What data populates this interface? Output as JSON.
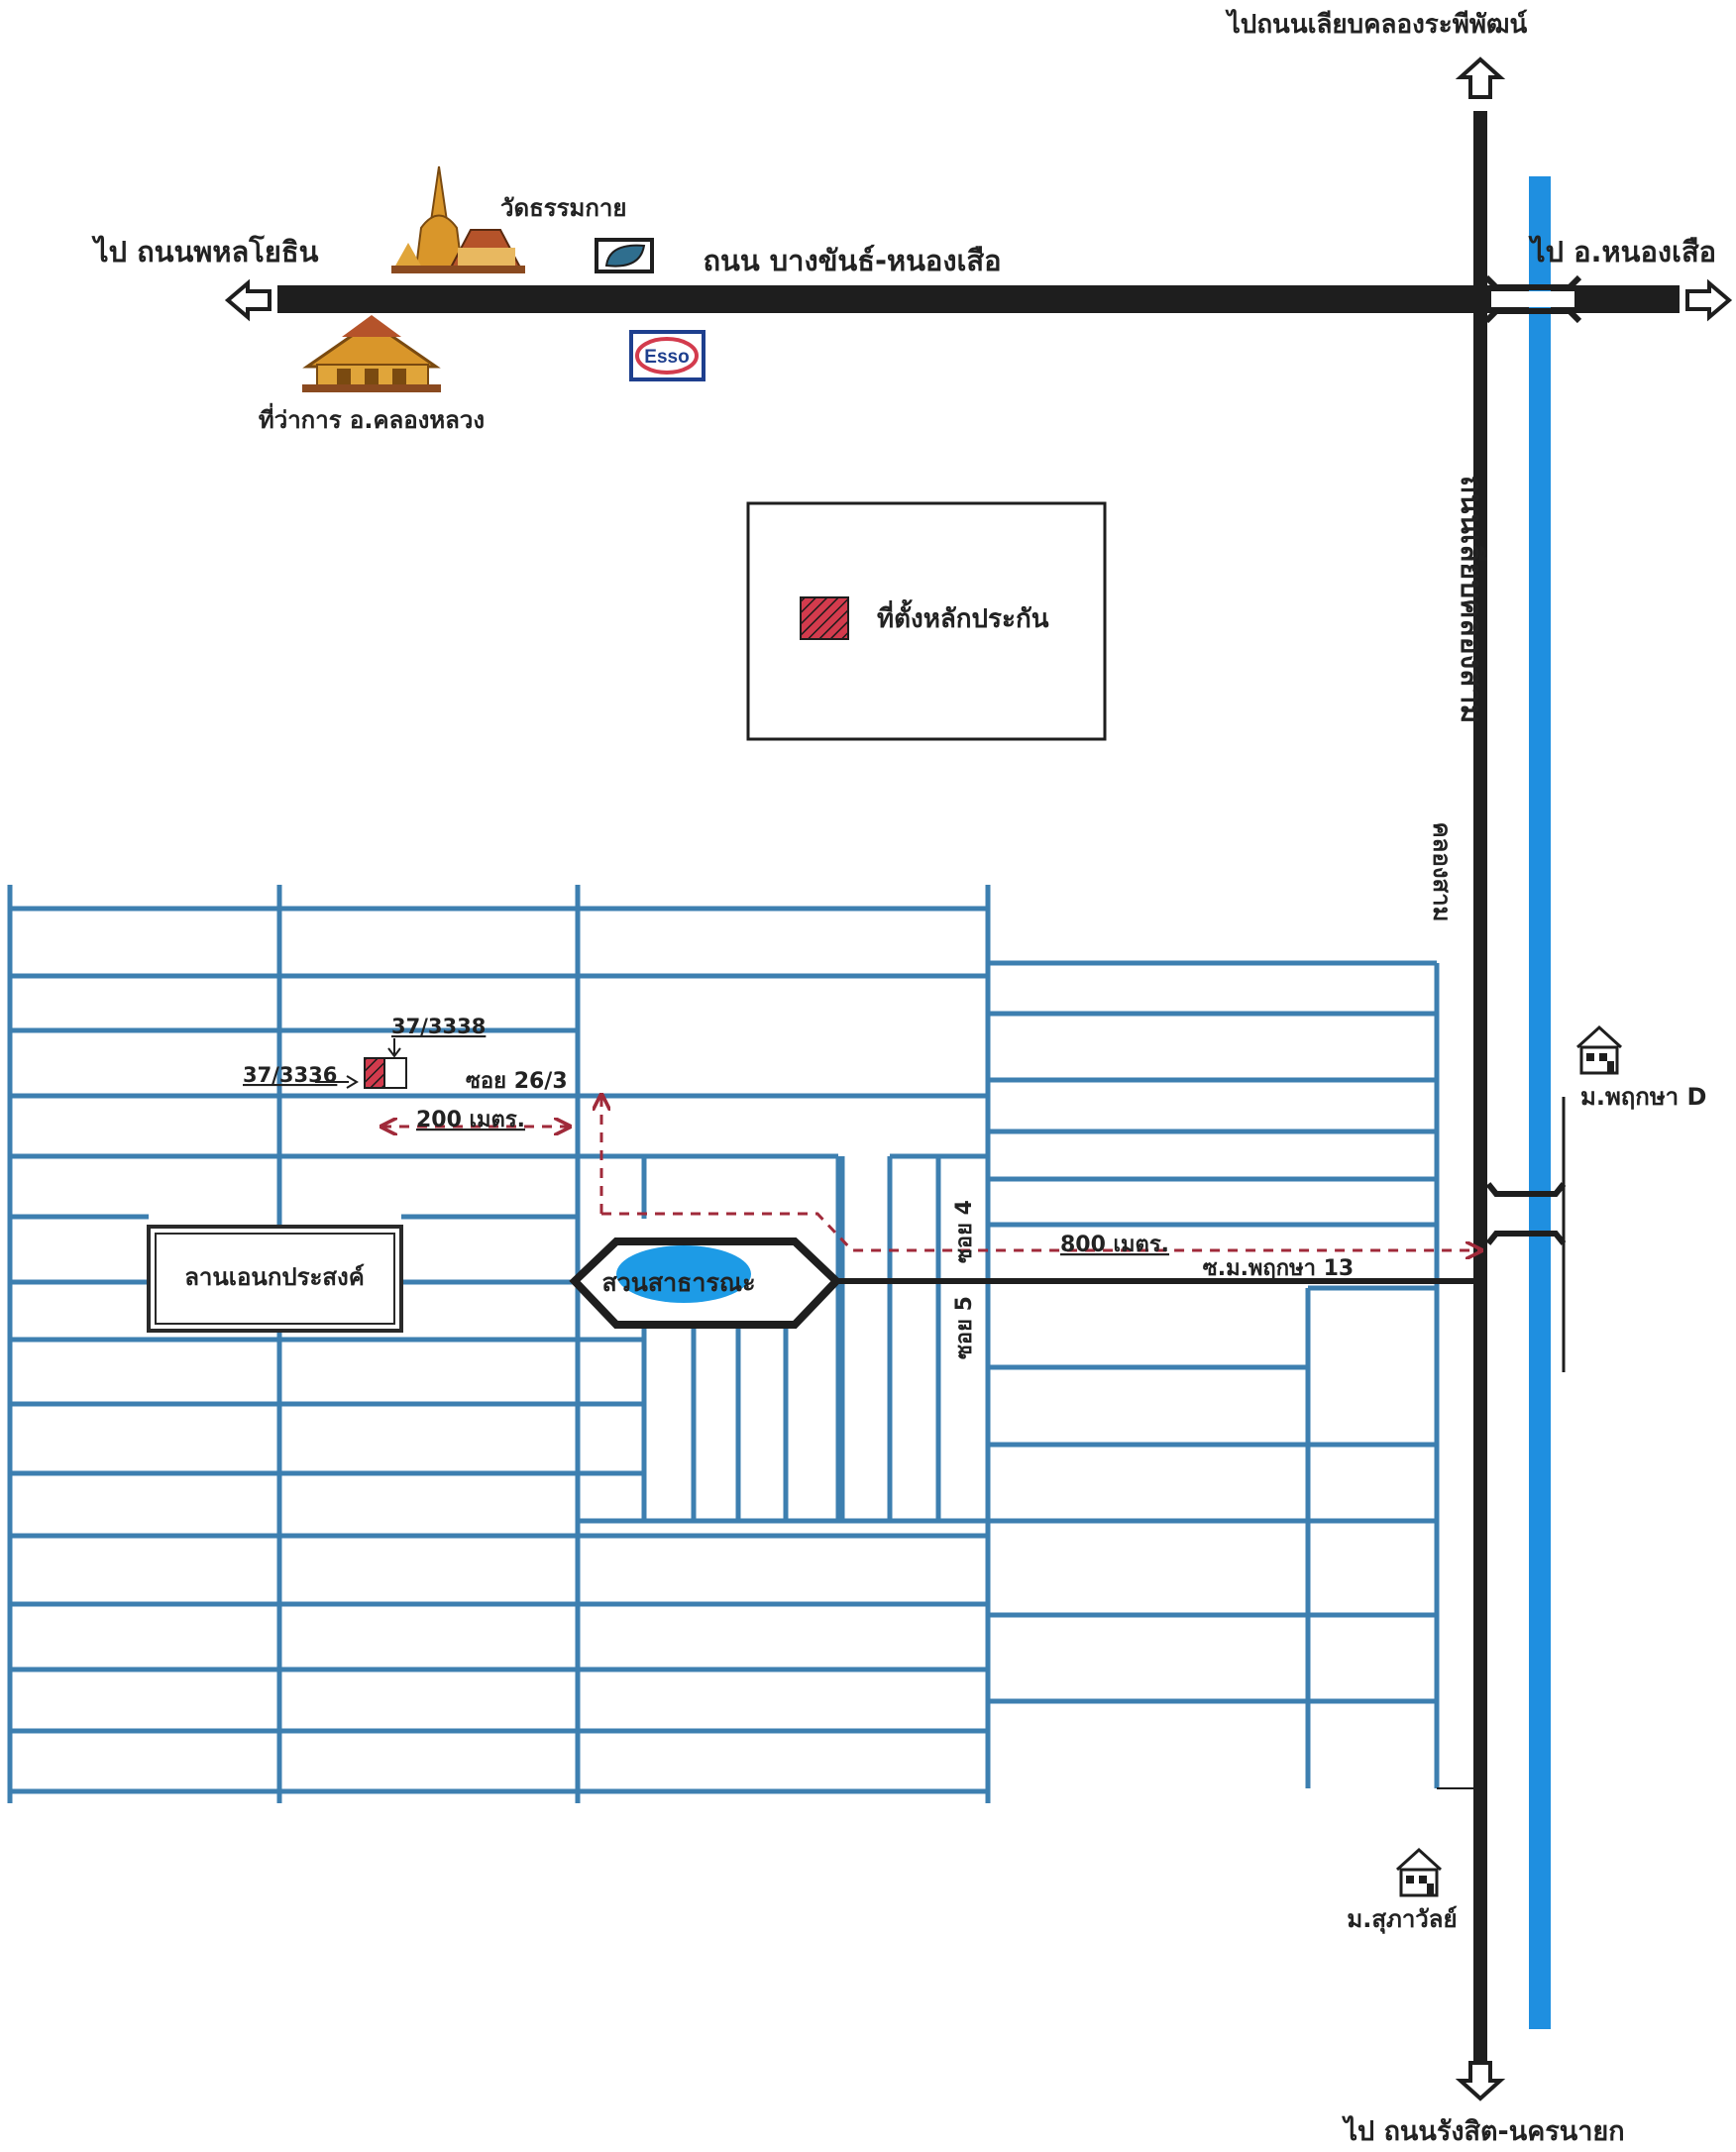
{
  "labels": {
    "top_direction": "ไปถนนเลียบคลองระพีพัฒน์",
    "left_direction": "ไป ถนนพหลโยธิน",
    "right_direction": "ไป อ.หนองเสือ",
    "bottom_direction": "ไป ถนนรังสิต-นครนายก",
    "main_road": "ถนน บางขันธ์-หนองเสือ",
    "canal_road": "ถนนเลียบคลองสาม",
    "canal": "คลองสาม",
    "temple": "วัดธรรมกาย",
    "district_office": "ที่ว่าการ อ.คลองหลวง",
    "gas_station": "Esso",
    "legend": "ที่ตั้งหลักประกัน",
    "plaza": "ลานเอนกประสงค์",
    "park": "สวนสาธารณะ",
    "village_d": "ม.พฤกษา D",
    "village_supawan": "ม.สุภาวัลย์",
    "soi_main": "ซ.ม.พฤกษา 13",
    "soi_26_3": "ซอย 26/3",
    "soi_4": "ซอย 4",
    "soi_5": "ซอย 5",
    "dist_200": "200 เมตร.",
    "dist_800": "800 เมตร.",
    "lot_a": "37/3336",
    "lot_b": "37/3338"
  },
  "colors": {
    "road": "#1e1e1e",
    "canal": "#1f8fe0",
    "grid": "#3d7fb0",
    "collateral": "#d33b4d",
    "route": "#a02a3a",
    "pond": "#1d9be6",
    "temple": "#d9962a"
  },
  "icons": [
    "up-arrow-icon",
    "left-arrow-icon",
    "right-arrow-icon",
    "down-arrow-icon",
    "temple-icon",
    "pagoda-icon",
    "gas-station-icon",
    "esso-icon",
    "government-building-icon",
    "house-icon",
    "collateral-marker-icon"
  ]
}
